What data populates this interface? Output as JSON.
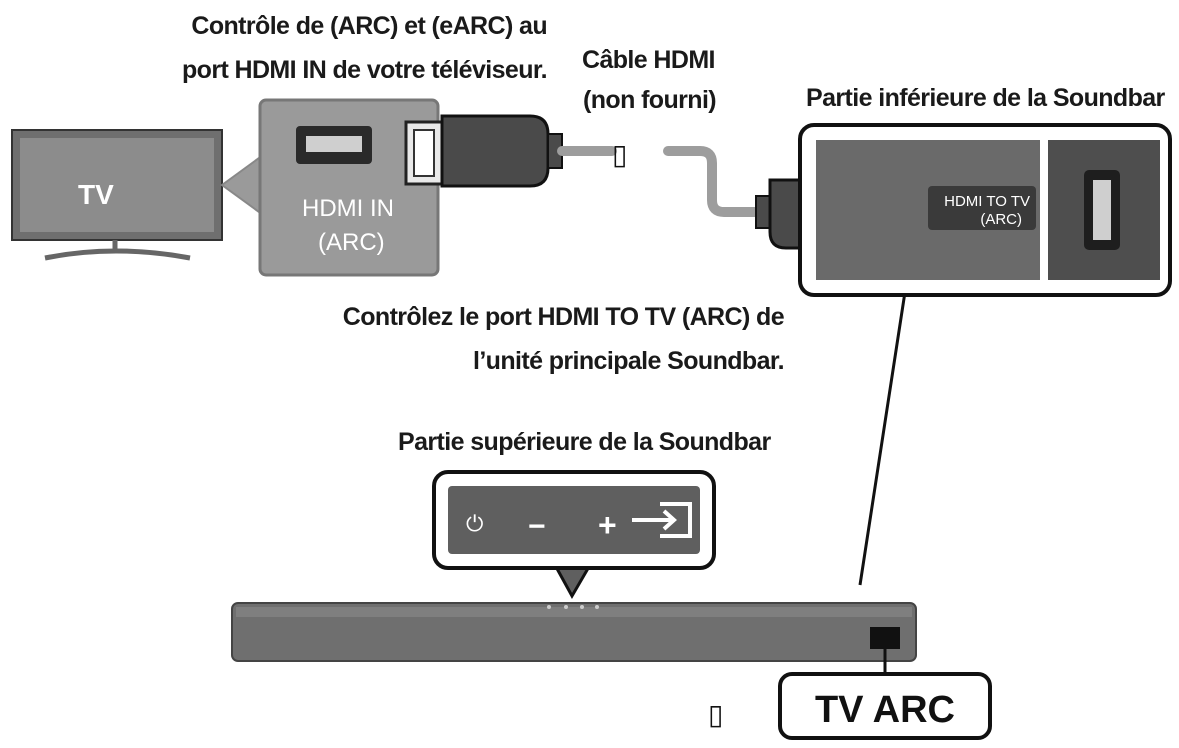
{
  "captions": {
    "tv_hdmi_line1": "Contrôle de (ARC) et (eARC) au",
    "tv_hdmi_line2": "port HDMI IN de votre téléviseur.",
    "cable_line1": "Câble HDMI",
    "cable_line2": "(non fourni)",
    "soundbar_bottom": "Partie inférieure de la Soundbar",
    "check_port_line1": "Contrôlez le port HDMI TO TV (ARC) de",
    "check_port_line2": "l’unité principale Soundbar.",
    "soundbar_top": "Partie supérieure de la Soundbar"
  },
  "tv": {
    "label": "TV"
  },
  "tv_port": {
    "label_line1": "HDMI IN",
    "label_line2": "(ARC)"
  },
  "soundbar_port": {
    "label_line1": "HDMI TO TV",
    "label_line2": "(ARC)"
  },
  "panel_buttons": [
    {
      "name": "power-icon",
      "glyph": "⏻"
    },
    {
      "name": "minus-icon",
      "glyph": "−"
    },
    {
      "name": "plus-icon",
      "glyph": "+"
    },
    {
      "name": "source-input-icon",
      "glyph": ""
    }
  ],
  "tv_arc_badge": {
    "label": "TV ARC"
  },
  "placeholder_glyph": "▯",
  "colors": {
    "tv_body": "#7a7a7a",
    "tv_screen": "#8e8e8e",
    "port_panel": "#9a9a9a",
    "cable_gray": "#9d9d9d",
    "connector_dark": "#4a4a4a",
    "soundbar_body": "#6f6f6f",
    "callout_fill": "#5f5f5f",
    "outline": "#111111"
  }
}
